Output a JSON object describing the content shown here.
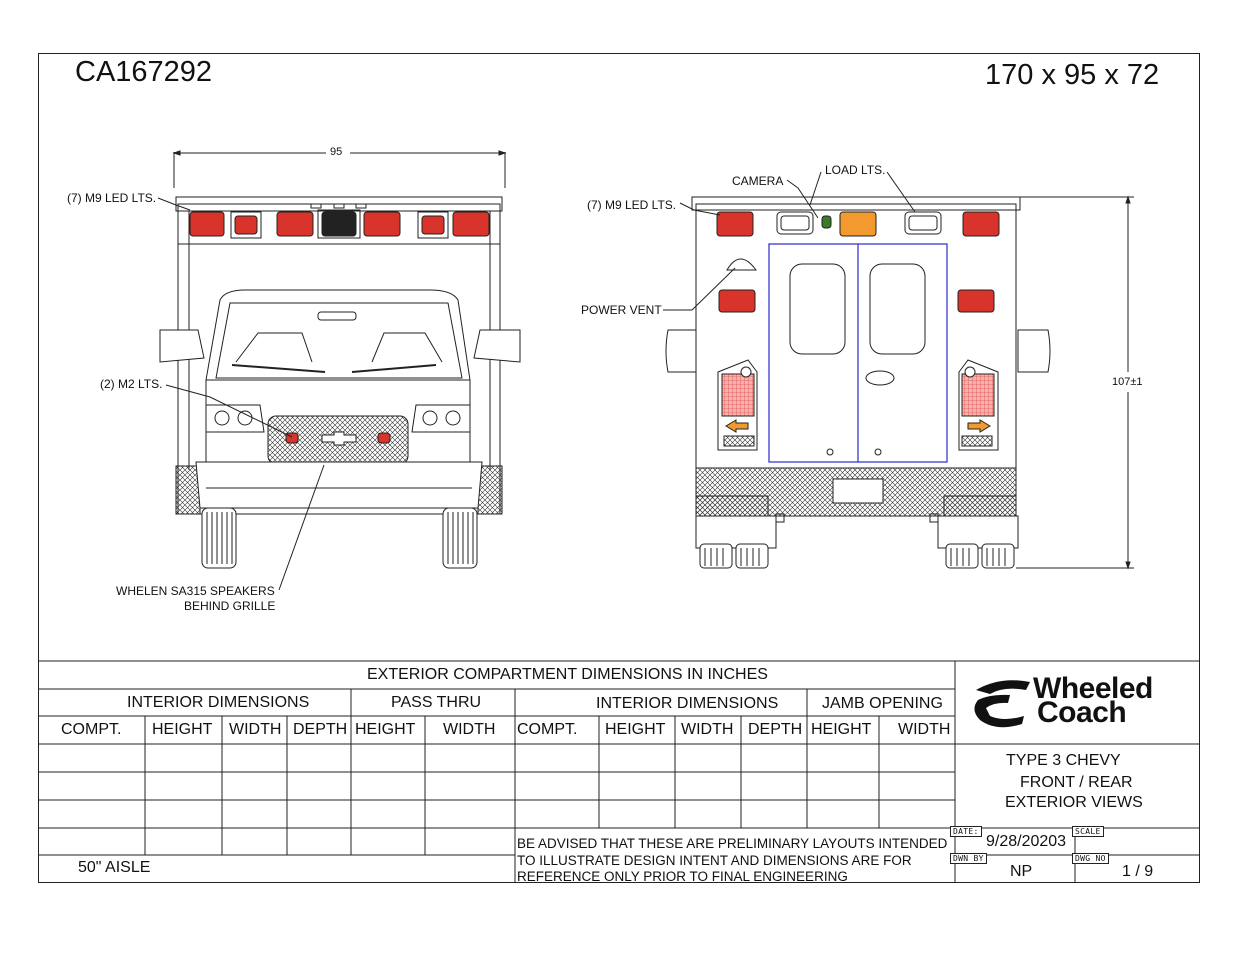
{
  "header": {
    "drawing_number": "CA167292",
    "dimensions": "170 x 95 x 72"
  },
  "front_view": {
    "width_dim": "95",
    "callout_m9": "(7) M9 LED LTS.",
    "callout_m2": "(2) M2 LTS.",
    "callout_speakers_line1": "WHELEN SA315 SPEAKERS",
    "callout_speakers_line2": "BEHIND GRILLE"
  },
  "rear_view": {
    "callout_m9": "(7) M9 LED LTS.",
    "callout_camera": "CAMERA",
    "callout_load": "LOAD LTS.",
    "callout_vent": "POWER VENT",
    "height_dim": "107±1"
  },
  "table": {
    "title": "EXTERIOR COMPARTMENT DIMENSIONS IN INCHES",
    "group_interior_left": "INTERIOR DIMENSIONS",
    "group_pass_thru": "PASS THRU",
    "group_interior_right": "INTERIOR DIMENSIONS",
    "group_jamb": "JAMB OPENING",
    "columns_left": [
      "COMPT.",
      "HEIGHT",
      "WIDTH",
      "DEPTH",
      "HEIGHT",
      "WIDTH"
    ],
    "columns_right": [
      "COMPT.",
      "HEIGHT",
      "WIDTH",
      "DEPTH",
      "HEIGHT",
      "WIDTH"
    ],
    "aisle_note": "50\" AISLE",
    "disclaimer_line1": "BE ADVISED THAT THESE ARE PRELIMINARY LAYOUTS INTENDED",
    "disclaimer_line2": "TO ILLUSTRATE DESIGN INTENT AND DIMENSIONS  ARE FOR",
    "disclaimer_line3": "REFERENCE ONLY PRIOR TO FINAL ENGINEERING"
  },
  "title_block": {
    "logo_line1": "Wheeled",
    "logo_line2": "Coach",
    "title_line1": "TYPE 3 CHEVY",
    "title_line2": "FRONT / REAR",
    "title_line3": "EXTERIOR VIEWS",
    "date_tag": "DATE:",
    "date_value": "9/28/20203",
    "scale_tag": "SCALE",
    "drawn_by_tag": "DWN BY",
    "drawn_by_value": "NP",
    "dwg_no_tag": "DWG NO",
    "dwg_no_value": "1 / 9"
  },
  "colors": {
    "line": "#222222",
    "red_light": "#d9342b",
    "amber_light": "#f29a2e",
    "door_outline": "#3a3ad0",
    "green_camera": "#3a7a2a"
  }
}
